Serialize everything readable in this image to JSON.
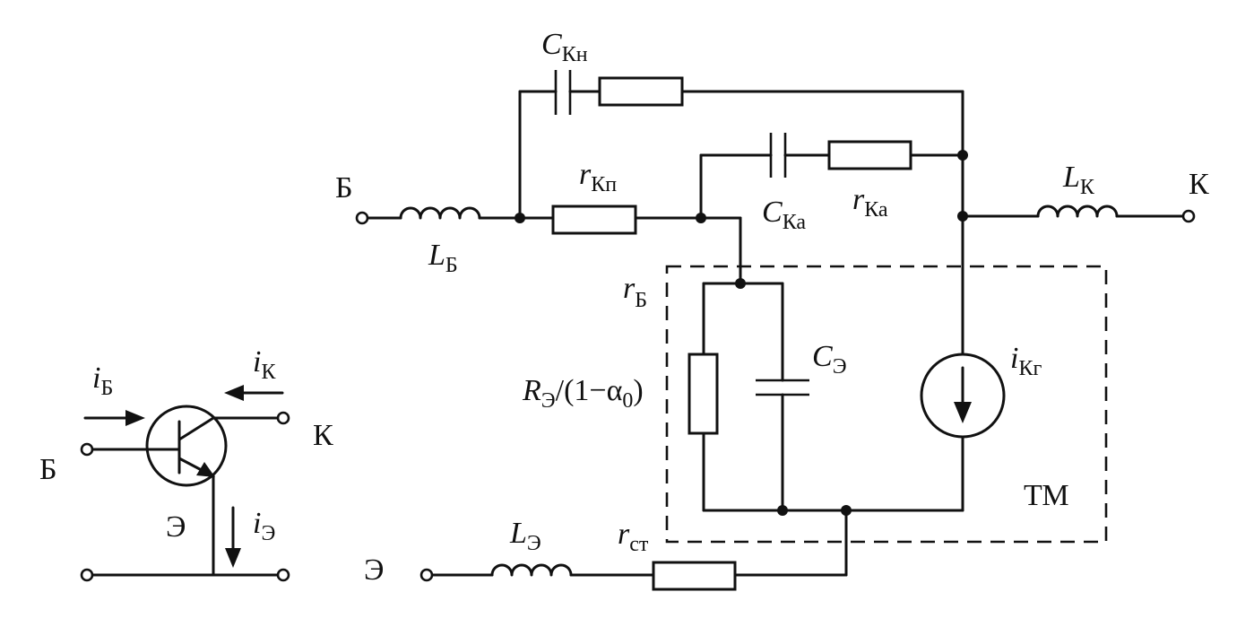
{
  "terminals": {
    "base": "Б",
    "collector": "К",
    "emitter": "Э"
  },
  "components": {
    "c_kn": {
      "sym": "C",
      "sub": "Кн"
    },
    "r_kp": {
      "sym": "r",
      "sub": "Кп"
    },
    "c_ka": {
      "sym": "C",
      "sub": "Ка"
    },
    "r_ka": {
      "sym": "r",
      "sub": "Ка"
    },
    "l_b": {
      "sym": "L",
      "sub": "Б"
    },
    "l_k": {
      "sym": "L",
      "sub": "К"
    },
    "l_e": {
      "sym": "L",
      "sub": "Э"
    },
    "r_b": {
      "sym": "r",
      "sub": "Б"
    },
    "r_st": {
      "sym": "r",
      "sub": "ст"
    },
    "c_e": {
      "sym": "C",
      "sub": "Э"
    },
    "i_kg": {
      "sym": "i",
      "sub": "Кг"
    },
    "r_e_alpha": {
      "sym": "R",
      "sub": "Э",
      "rest": "/(1−α",
      "sub2": "0",
      "tail": ")"
    }
  },
  "block_label": "ТМ",
  "transistor": {
    "base": "Б",
    "collector": "К",
    "emitter": "Э",
    "i_b": {
      "sym": "i",
      "sub": "Б"
    },
    "i_k": {
      "sym": "i",
      "sub": "К"
    },
    "i_e": {
      "sym": "i",
      "sub": "Э"
    }
  }
}
